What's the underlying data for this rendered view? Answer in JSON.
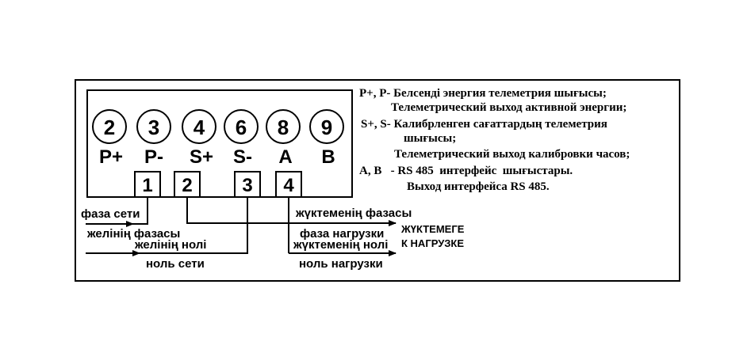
{
  "terminals": [
    {
      "number": "2",
      "label": "P+"
    },
    {
      "number": "3",
      "label": "P-"
    },
    {
      "number": "4",
      "label": "S+"
    },
    {
      "number": "6",
      "label": "S-"
    },
    {
      "number": "8",
      "label": "A"
    },
    {
      "number": "9",
      "label": "B"
    }
  ],
  "connector_boxes": [
    "1",
    "2",
    "3",
    "4"
  ],
  "legend": [
    "P+, P- Белсенді энергия телеметрия шығысы;",
    "Телеметрический выход активной энергии;",
    "S+, S- Калибрленген сағаттардың телеметрия",
    "шығысы;",
    "Телеметрический выход калибровки часов;",
    "A, B   - RS 485  интерфейс  шығыстары.",
    "Выход интерфейса RS 485."
  ],
  "wires": {
    "line_phase_ru": "фаза сети",
    "line_phase_kz": "желінің фазасы",
    "line_neutral_kz": "желінің нолі",
    "line_neutral_ru": "ноль  сети",
    "load_phase_kz": "жүктеменің фазасы",
    "load_phase_ru": "фаза нагрузки",
    "load_neutral_kz": "жүктеменің нолі",
    "load_neutral_ru": "ноль нагрузки"
  },
  "load_note": {
    "kz": "ЖҮКТЕМЕГЕ",
    "ru": "К НАГРУЗКЕ"
  }
}
